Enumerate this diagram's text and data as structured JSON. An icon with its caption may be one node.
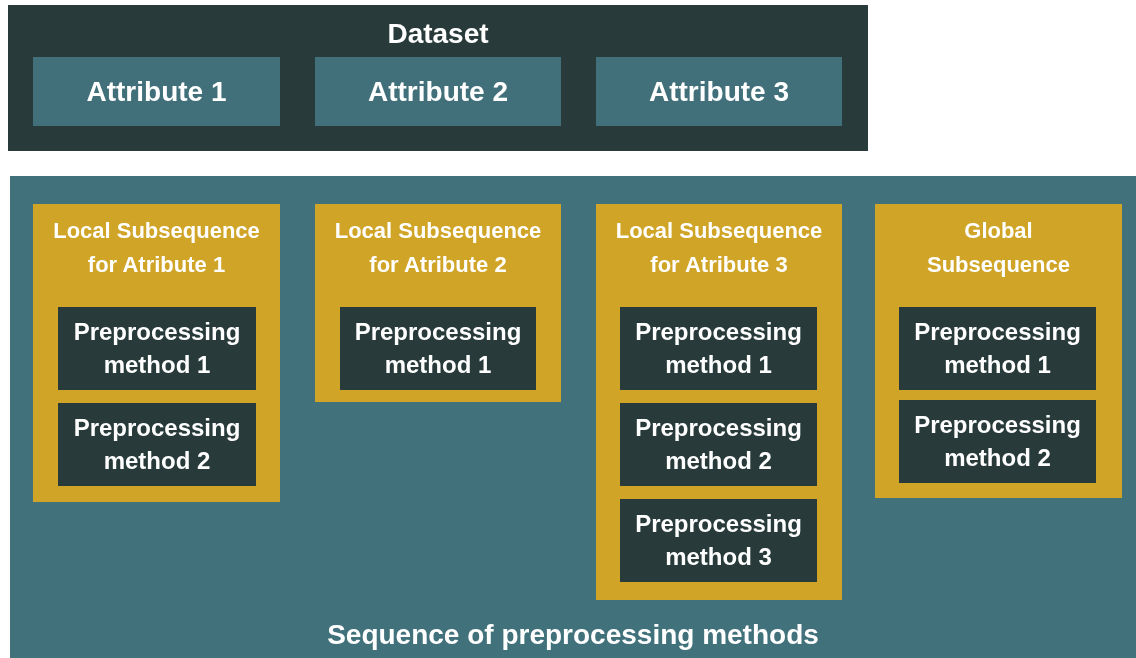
{
  "diagram": {
    "nodes": [
      {
        "text": [
          "Dataset"
        ]
      },
      {
        "text": [
          "Attribute 1"
        ],
        "in": 0
      },
      {
        "text": [
          "Attribute 2"
        ],
        "in": 0
      },
      {
        "text": [
          "Attribute 3"
        ],
        "in": 0
      },
      {
        "text": [
          "Sequence of preprocessing methods"
        ]
      },
      {
        "text": [
          "Local Subsequence for Atribute 1"
        ],
        "in": 4
      },
      {
        "text": [
          "Preprocessing method 1"
        ],
        "in": 5
      },
      {
        "text": [
          "Preprocessing method 2"
        ],
        "in": 5
      },
      {
        "text": [
          "Local Subsequence for Atribute 2"
        ],
        "in": 4
      },
      {
        "text": [
          "Preprocessing method 1"
        ],
        "in": 8
      },
      {
        "text": [
          "Local Subsequence for Atribute 3"
        ],
        "in": 4
      },
      {
        "text": [
          "Preprocessing method 1"
        ],
        "in": 10
      },
      {
        "text": [
          "Preprocessing method 2"
        ],
        "in": 10
      },
      {
        "text": [
          "Preprocessing method 3"
        ],
        "in": 10
      },
      {
        "text": [
          "Global Subsequence"
        ],
        "in": 4
      },
      {
        "text": [
          "Preprocessing method 1"
        ],
        "in": 14
      },
      {
        "text": [
          "Preprocessing method 2"
        ],
        "in": 14
      }
    ]
  }
}
